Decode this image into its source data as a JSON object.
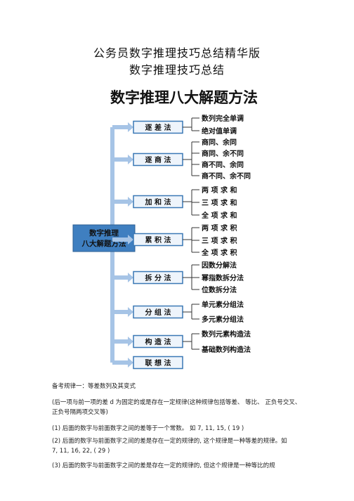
{
  "header": {
    "title1": "公务员数字推理技巧总结精华版",
    "title2": "数字推理技巧总结"
  },
  "diagram": {
    "title": "数字推理八大解题方法",
    "root_line1": "数字推理",
    "root_line2": "八大解题方法",
    "methods": [
      {
        "label": "逐  差  法",
        "subs": [
          "数列完全单调",
          "绝对值单调"
        ]
      },
      {
        "label": "逐  商  法",
        "subs": [
          "商同、余同",
          "商同、余不同",
          "商不同、余同",
          "商不同、余不同"
        ]
      },
      {
        "label": "加  和  法",
        "subs": [
          "两 项 求 和",
          "三 项 求 和",
          "全 项 求 和"
        ]
      },
      {
        "label": "累  积  法",
        "subs": [
          "两 项 求 积",
          "三 项 求 积",
          "全 项 求 积"
        ]
      },
      {
        "label": "拆  分  法",
        "subs": [
          "因数分解法",
          "幂指数拆分法",
          "位数拆分法"
        ]
      },
      {
        "label": "分  组  法",
        "subs": [
          "单元素分组法",
          "多元素分组法"
        ]
      },
      {
        "label": "构  造  法",
        "subs": [
          "数列元素构造法",
          "基础数列构造法"
        ]
      },
      {
        "label": "联  想  法",
        "subs": []
      }
    ],
    "colors": {
      "box_border": "#3a78b5",
      "box_fill": "#eef4fb",
      "root_fill": "#3f7fc0",
      "connector": "#a6c4e6",
      "bracket": "#333333"
    }
  },
  "body": {
    "lines": [
      "备考规律一：等差数列及其变式",
      "(后一项与前一项的差 d 为固定的或是存在一定规律(这种规律包括等差、 等比、 正负号交叉、",
      "正负号隔两项交叉等)",
      "(1) 后面的数字与前面数字之间的差等于一个常数。      如 7, 11, 15, ( 19 )",
      "(2) 后面的数字与前面数字之间的差是存在一定的规律的, 这个规律是一种等差的规律。如",
      "7, 11, 16, 22, ( 29 )",
      "(3) 后面的数字与前面数字之间的差是存在一定的规律的, 但这个规律是一种等比的规"
    ]
  }
}
